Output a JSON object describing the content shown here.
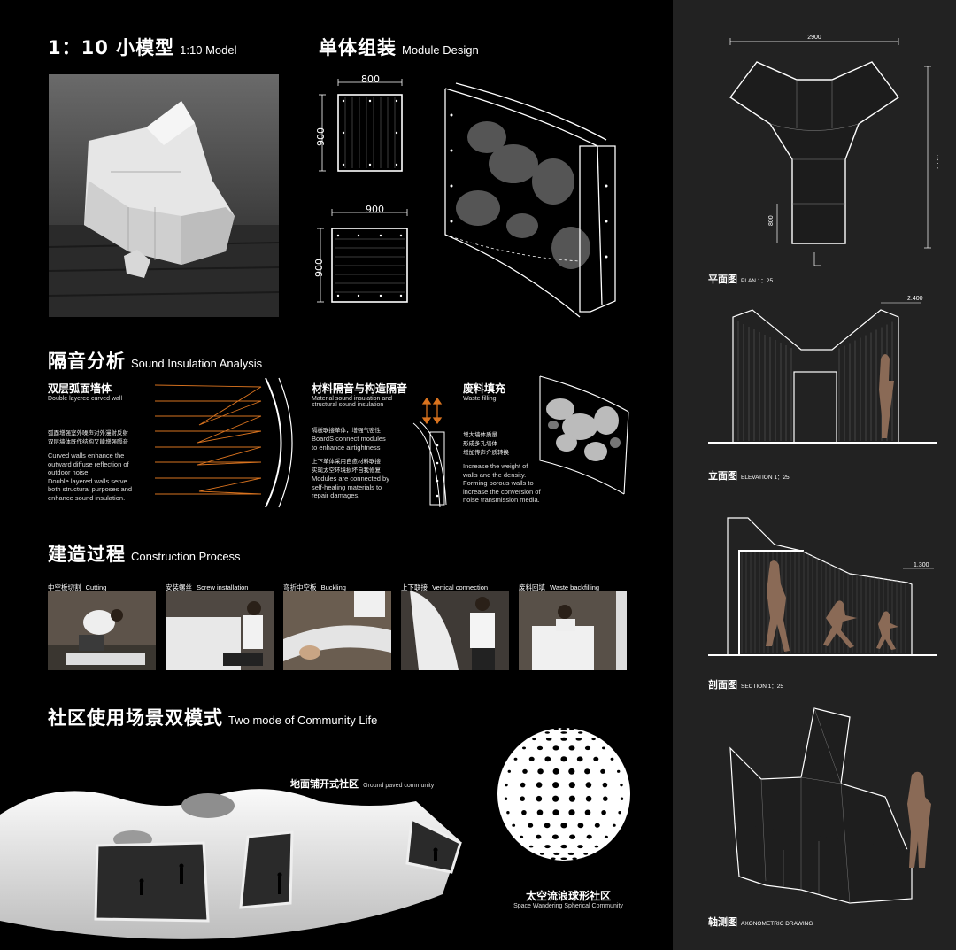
{
  "model": {
    "title_cn": "1：10 小模型",
    "title_en": "1:10 Model"
  },
  "module": {
    "title_cn": "单体组装",
    "title_en": "Module Design",
    "dim_800": "800",
    "dim_900_a": "900",
    "dim_900_b": "900",
    "dim_900_c": "900"
  },
  "sound": {
    "title_cn": "隔音分析",
    "title_en": "Sound Insulation Analysis",
    "col1": {
      "title_cn": "双层弧面墙体",
      "title_en": "Double layered curved wall",
      "body_cn": "弧面增强室外噪声对外漫射反射\n双层墙体既作结构又能增强隔音",
      "body_en": "Curved walls enhance the\noutward diffuse reflection of\noutdoor noise.\nDouble layered walls serve\nboth structural purposes and\nenhance sound insulation."
    },
    "col2": {
      "title_cn": "材料隔音与构造隔音",
      "title_en": "Material sound insulation and\nstructural sound insulation",
      "body1_cn": "隔板联接单体，增强气密性",
      "body1_en": "BoardS connect modules\nto enhance airtightness",
      "body2_cn": "上下单体采用自愈材料联接\n实现太空环境损坏自我修复",
      "body2_en": "Modules are connected by\nself-healing materials to\nrepair damages."
    },
    "col3": {
      "title_cn": "废料填充",
      "title_en": "Waste filling",
      "body_cn": "增大墙体质量\n形成多孔墙体\n增加传声介质转换",
      "body_en": "Increase the weight of\nwalls and the density.\nForming porous walls to\nincrease the conversion of\nnoise transmission media."
    }
  },
  "construction": {
    "title_cn": "建造过程",
    "title_en": "Construction Process",
    "steps": [
      {
        "cn": "中空板切割",
        "en": "Cutting"
      },
      {
        "cn": "安装螺丝",
        "en": "Screw installation"
      },
      {
        "cn": "弯折中空板",
        "en": "Buckling"
      },
      {
        "cn": "上下联接",
        "en": "Vertical  connection"
      },
      {
        "cn": "废料回填",
        "en": "Waste backfilling"
      }
    ]
  },
  "community": {
    "title_cn": "社区使用场景双模式",
    "title_en": "Two mode of Community Life",
    "ground_cn": "地面铺开式社区",
    "ground_en": "Ground paved community",
    "space_cn": "太空流浪球形社区",
    "space_en": "Space Wandering Spherical Community"
  },
  "drawings": {
    "plan": {
      "cn": "平面图",
      "en": "PLAN 1：25",
      "dim_w": "2900",
      "dim_h": "3270",
      "dim_s": "800"
    },
    "elevation": {
      "cn": "立面图",
      "en": "ELEVATION 1：25",
      "level": "2.400"
    },
    "section": {
      "cn": "剖面图",
      "en": "SECTION 1：25",
      "level": "1.300"
    },
    "axon": {
      "cn": "轴测图",
      "en": "AXONOMETRIC DRAWING"
    }
  },
  "colors": {
    "accent_orange": "#d9731f",
    "figure_brown": "#8a6a56",
    "panel_gray": "#222222"
  }
}
